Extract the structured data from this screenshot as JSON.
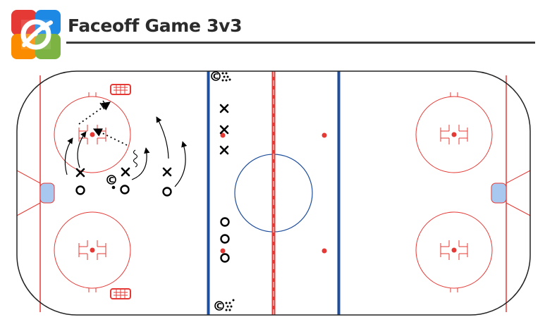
{
  "header": {
    "title": "Faceoff Game 3v3"
  },
  "logo": {
    "icon": "drill-app-logo",
    "colors": [
      "#e53935",
      "#1e88e5",
      "#7cb342",
      "#fb8c00"
    ]
  },
  "rink": {
    "colors": {
      "board": "#222222",
      "red_line": "#e53935",
      "blue_line": "#1f4e9c",
      "crease": "#a8c8f0"
    }
  },
  "markers": {
    "coach_label": "C"
  }
}
